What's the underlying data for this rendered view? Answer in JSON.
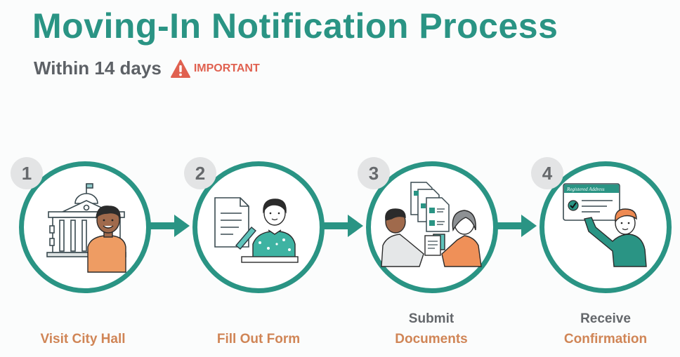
{
  "header": {
    "title": "Moving-In Notification Process",
    "deadline": "Within 14 days",
    "warning_label": "IMPORTANT",
    "warning_icon": "warning-triangle-icon"
  },
  "colors": {
    "accent": "#2a9484",
    "warning": "#e06150",
    "label": "#d08556",
    "muted": "#64676b",
    "badge": "#e3e4e5"
  },
  "steps": [
    {
      "number": "1",
      "line1": "",
      "line2": "Visit City Hall",
      "icon": "city-hall-person-icon"
    },
    {
      "number": "2",
      "line1": "",
      "line2": "Fill Out Form",
      "icon": "fill-form-person-icon"
    },
    {
      "number": "3",
      "line1": "Submit",
      "line2": "Documents",
      "icon": "submit-documents-icon"
    },
    {
      "number": "4",
      "line1": "Receive",
      "line2": "Confirmation",
      "icon": "confirmation-card-icon"
    }
  ],
  "confirmation_card": {
    "header": "Registered Address"
  }
}
